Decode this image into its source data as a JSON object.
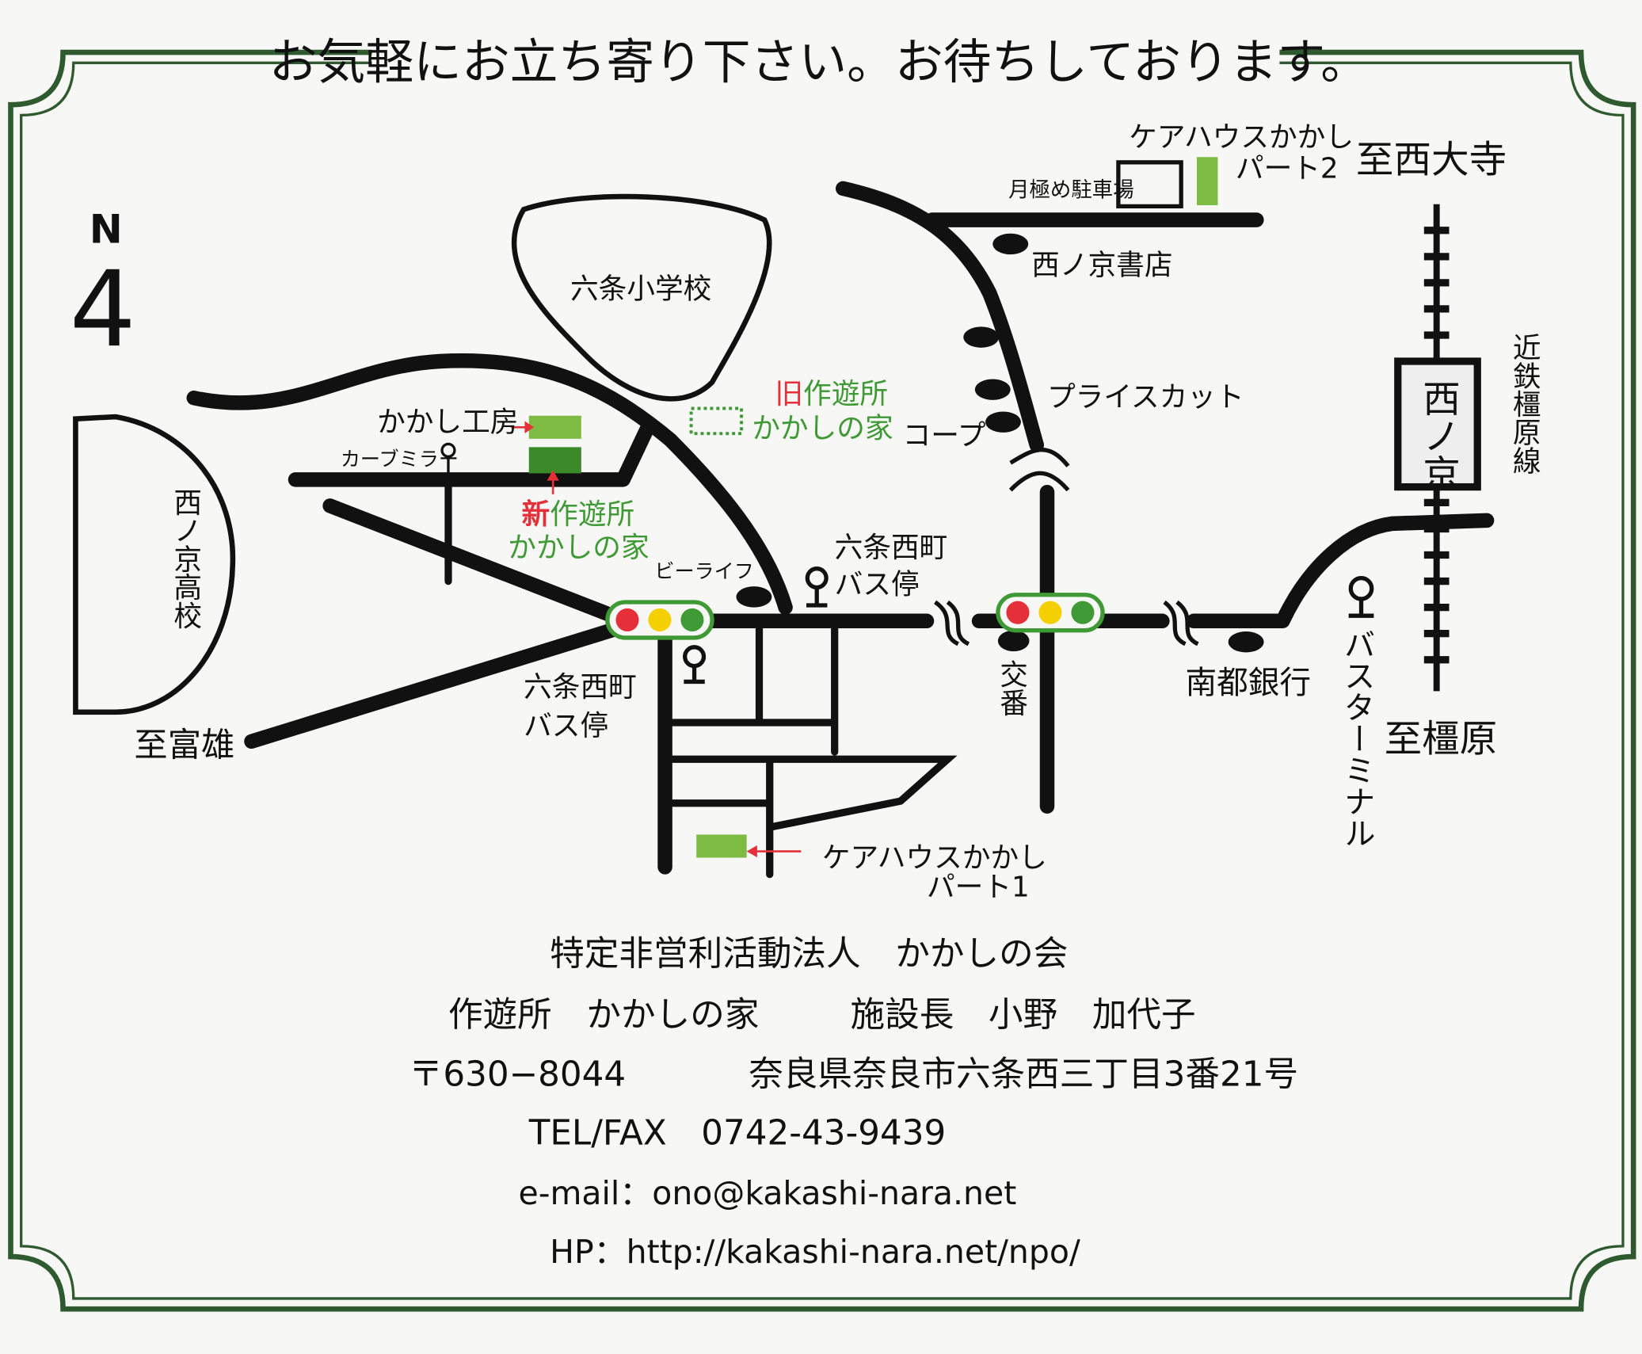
{
  "title": "お気軽にお立ち寄り下さい。お待ちしております。",
  "compass": {
    "north": "N",
    "arrow_glyph": "4"
  },
  "map": {
    "school": "六条小学校",
    "high_school": "西ノ京高校",
    "kakashi_kobo": "かかし工房",
    "curve_mirror": "カーブミラー",
    "new_facility": {
      "prefix": "新",
      "line1": "作遊所",
      "line2": "かかしの家"
    },
    "old_facility": {
      "prefix": "旧",
      "line1": "作遊所",
      "line2": "かかしの家"
    },
    "coop": "コープ",
    "price_cut": "プライスカット",
    "bookstore": "西ノ京書店",
    "monthly_parking": "月極め駐車場",
    "carehouse2": {
      "line1": "ケアハウスかかし",
      "line2": "パート2"
    },
    "to_saidaiji": "至西大寺",
    "railway": "近鉄橿原線",
    "station": "西ノ京",
    "be_life": "ビーライフ",
    "bus_stop_north": {
      "line1": "六条西町",
      "line2": "バス停"
    },
    "bus_stop_south": {
      "line1": "六条西町",
      "line2": "バス停"
    },
    "police_box": "交番",
    "nanto_bank": "南都銀行",
    "bus_terminal": "バスターミナル",
    "to_kashihara": "至橿原",
    "to_tomio": "至富雄",
    "carehouse1": {
      "line1": "ケアハウスかかし",
      "line2": "パート1"
    },
    "colors": {
      "light_green": "#7dbb42",
      "dark_green": "#3a8a2a",
      "red": "#e5303a",
      "yellow": "#f5d000",
      "frame": "#2f5a2f"
    }
  },
  "info": {
    "org": "特定非営利活動法人　かかしの会",
    "facility": "作遊所　かかしの家",
    "director": "施設長　小野　加代子",
    "postal": "〒630−8044",
    "address": "奈良県奈良市六条西三丁目3番21号",
    "tel": "TEL/FAX　0742-43-9439",
    "email": "e-mail：ono@kakashi-nara.net",
    "hp": "HP：http://kakashi-nara.net/npo/"
  }
}
